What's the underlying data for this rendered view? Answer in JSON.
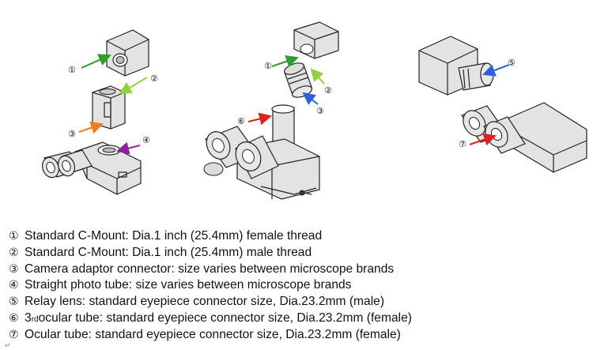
{
  "diagram": {
    "callouts": {
      "c1a": "①",
      "c2a": "②",
      "c3a": "③",
      "c4a": "④",
      "c1b": "①",
      "c2b": "②",
      "c3b": "③",
      "c6b": "⑥",
      "c5c": "⑤",
      "c7c": "⑦"
    },
    "arrow_colors": {
      "mount_female": "#2e9e2e",
      "mount_male": "#8fd23a",
      "adaptor": "#f07a1c",
      "photo_tube": "#8a1fa0",
      "relay_lens": "#2a63d8",
      "ocular": "#e02020"
    }
  },
  "legend": {
    "items": [
      {
        "num": "①",
        "text": "Standard C-Mount: Dia.1 inch (25.4mm) female thread"
      },
      {
        "num": "②",
        "text": "Standard C-Mount: Dia.1 inch (25.4mm) male thread"
      },
      {
        "num": "③",
        "text": "Camera adaptor connector: size varies between microscope brands"
      },
      {
        "num": "④",
        "text": "Straight photo tube: size varies between microscope brands"
      },
      {
        "num": "⑤",
        "text": "Relay lens: standard eyepiece connector size, Dia.23.2mm (male)"
      },
      {
        "num": "⑥",
        "pre": "3",
        "sup": "rd",
        "text": " ocular tube: standard eyepiece connector size, Dia.23.2mm (female)"
      },
      {
        "num": "⑦",
        "text": "Ocular tube: standard eyepiece connector size, Dia.23.2mm (female)"
      }
    ]
  },
  "footer": {
    "mark": "↵"
  }
}
